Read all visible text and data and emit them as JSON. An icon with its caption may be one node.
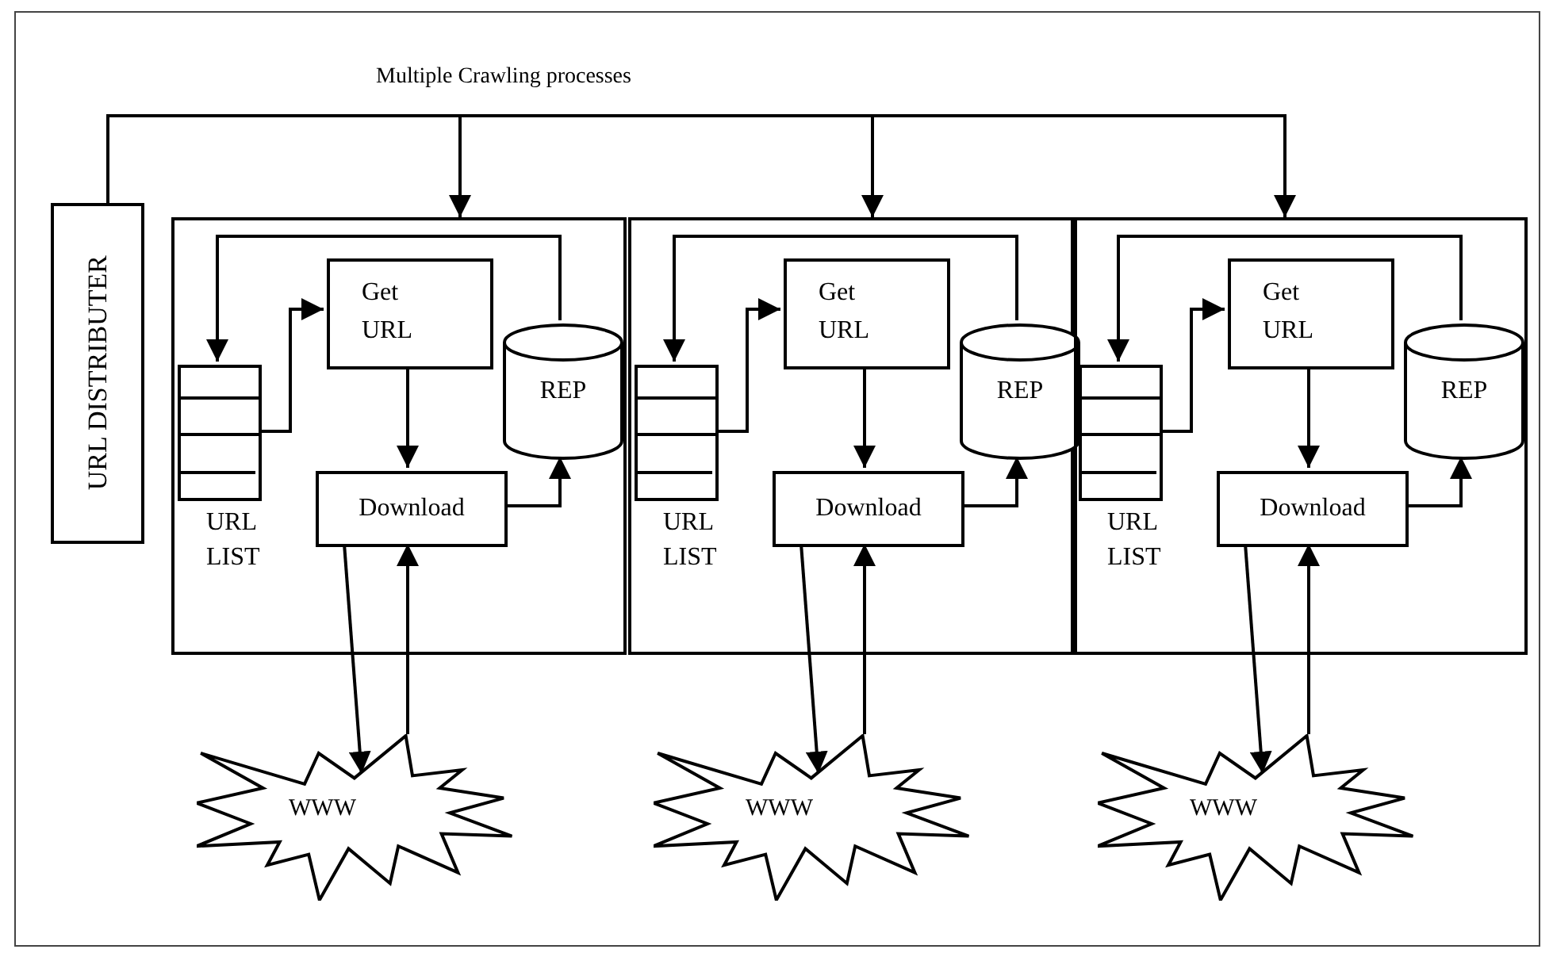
{
  "diagram": {
    "title": "Multiple Crawling processes",
    "nodes": [
      {
        "text": [
          "URL DISTRIBUTER"
        ]
      },
      {
        "text": [],
        "shape": "box"
      },
      {
        "text": [
          "URL LIST"
        ],
        "in": 1
      },
      {
        "text": [
          "Get URL"
        ],
        "in": 1
      },
      {
        "text": [
          "REP"
        ],
        "in": 1
      },
      {
        "text": [
          "Download"
        ],
        "in": 1
      },
      {
        "text": [],
        "shape": "box"
      },
      {
        "text": [
          "URL LIST"
        ],
        "in": 6
      },
      {
        "text": [
          "Get URL"
        ],
        "in": 6
      },
      {
        "text": [
          "REP"
        ],
        "in": 6
      },
      {
        "text": [
          "Download"
        ],
        "in": 6
      },
      {
        "text": [],
        "shape": "box"
      },
      {
        "text": [
          "URL LIST"
        ],
        "in": 11
      },
      {
        "text": [
          "Get URL"
        ],
        "in": 11
      },
      {
        "text": [
          "REP"
        ],
        "in": 11
      },
      {
        "text": [
          "Download"
        ],
        "in": 11
      },
      {
        "text": [
          "WWW"
        ]
      },
      {
        "text": [
          "WWW"
        ]
      },
      {
        "text": [
          "WWW"
        ]
      }
    ],
    "edges": [
      {
        "from": 0,
        "to": 1,
        "arrow": "to"
      },
      {
        "from": 0,
        "to": 6,
        "arrow": "to"
      },
      {
        "from": 0,
        "to": 11,
        "arrow": "to"
      },
      {
        "from": 2,
        "to": 3,
        "arrow": "to"
      },
      {
        "from": 3,
        "to": 5,
        "arrow": "to"
      },
      {
        "from": 5,
        "to": 4,
        "arrow": "to"
      },
      {
        "from": 4,
        "to": 2,
        "arrow": "to"
      },
      {
        "from": 5,
        "to": 16,
        "arrow": "to"
      },
      {
        "from": 16,
        "to": 5,
        "arrow": "to"
      },
      {
        "from": 7,
        "to": 8,
        "arrow": "to"
      },
      {
        "from": 8,
        "to": 10,
        "arrow": "to"
      },
      {
        "from": 10,
        "to": 9,
        "arrow": "to"
      },
      {
        "from": 9,
        "to": 7,
        "arrow": "to"
      },
      {
        "from": 10,
        "to": 17,
        "arrow": "to"
      },
      {
        "from": 17,
        "to": 10,
        "arrow": "to"
      },
      {
        "from": 12,
        "to": 13,
        "arrow": "to"
      },
      {
        "from": 13,
        "to": 15,
        "arrow": "to"
      },
      {
        "from": 15,
        "to": 14,
        "arrow": "to"
      },
      {
        "from": 14,
        "to": 12,
        "arrow": "to"
      },
      {
        "from": 15,
        "to": 18,
        "arrow": "to"
      },
      {
        "from": 18,
        "to": 15,
        "arrow": "to"
      }
    ]
  }
}
